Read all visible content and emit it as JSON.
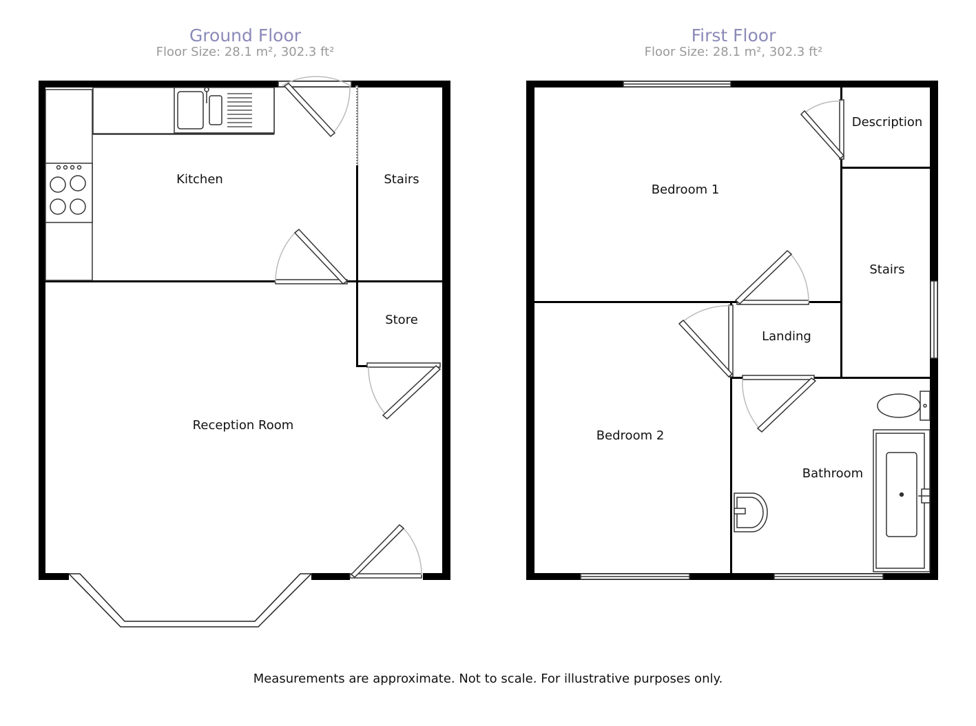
{
  "ground_floor": {
    "title": "Ground Floor",
    "size": "Floor Size: 28.1 m², 302.3 ft²",
    "rooms": {
      "kitchen": "Kitchen",
      "stairs": "Stairs",
      "store": "Store",
      "reception": "Reception Room"
    }
  },
  "first_floor": {
    "title": "First Floor",
    "size": "Floor Size: 28.1 m², 302.3 ft²",
    "rooms": {
      "bedroom1": "Bedroom 1",
      "description": "Description",
      "stairs": "Stairs",
      "landing": "Landing",
      "bedroom2": "Bedroom 2",
      "bathroom": "Bathroom"
    }
  },
  "footer": "Measurements are approximate. Not to scale. For illustrative purposes only.",
  "colors": {
    "title": "#8a8ab8",
    "subtitle": "#999999",
    "wall": "#000000"
  }
}
